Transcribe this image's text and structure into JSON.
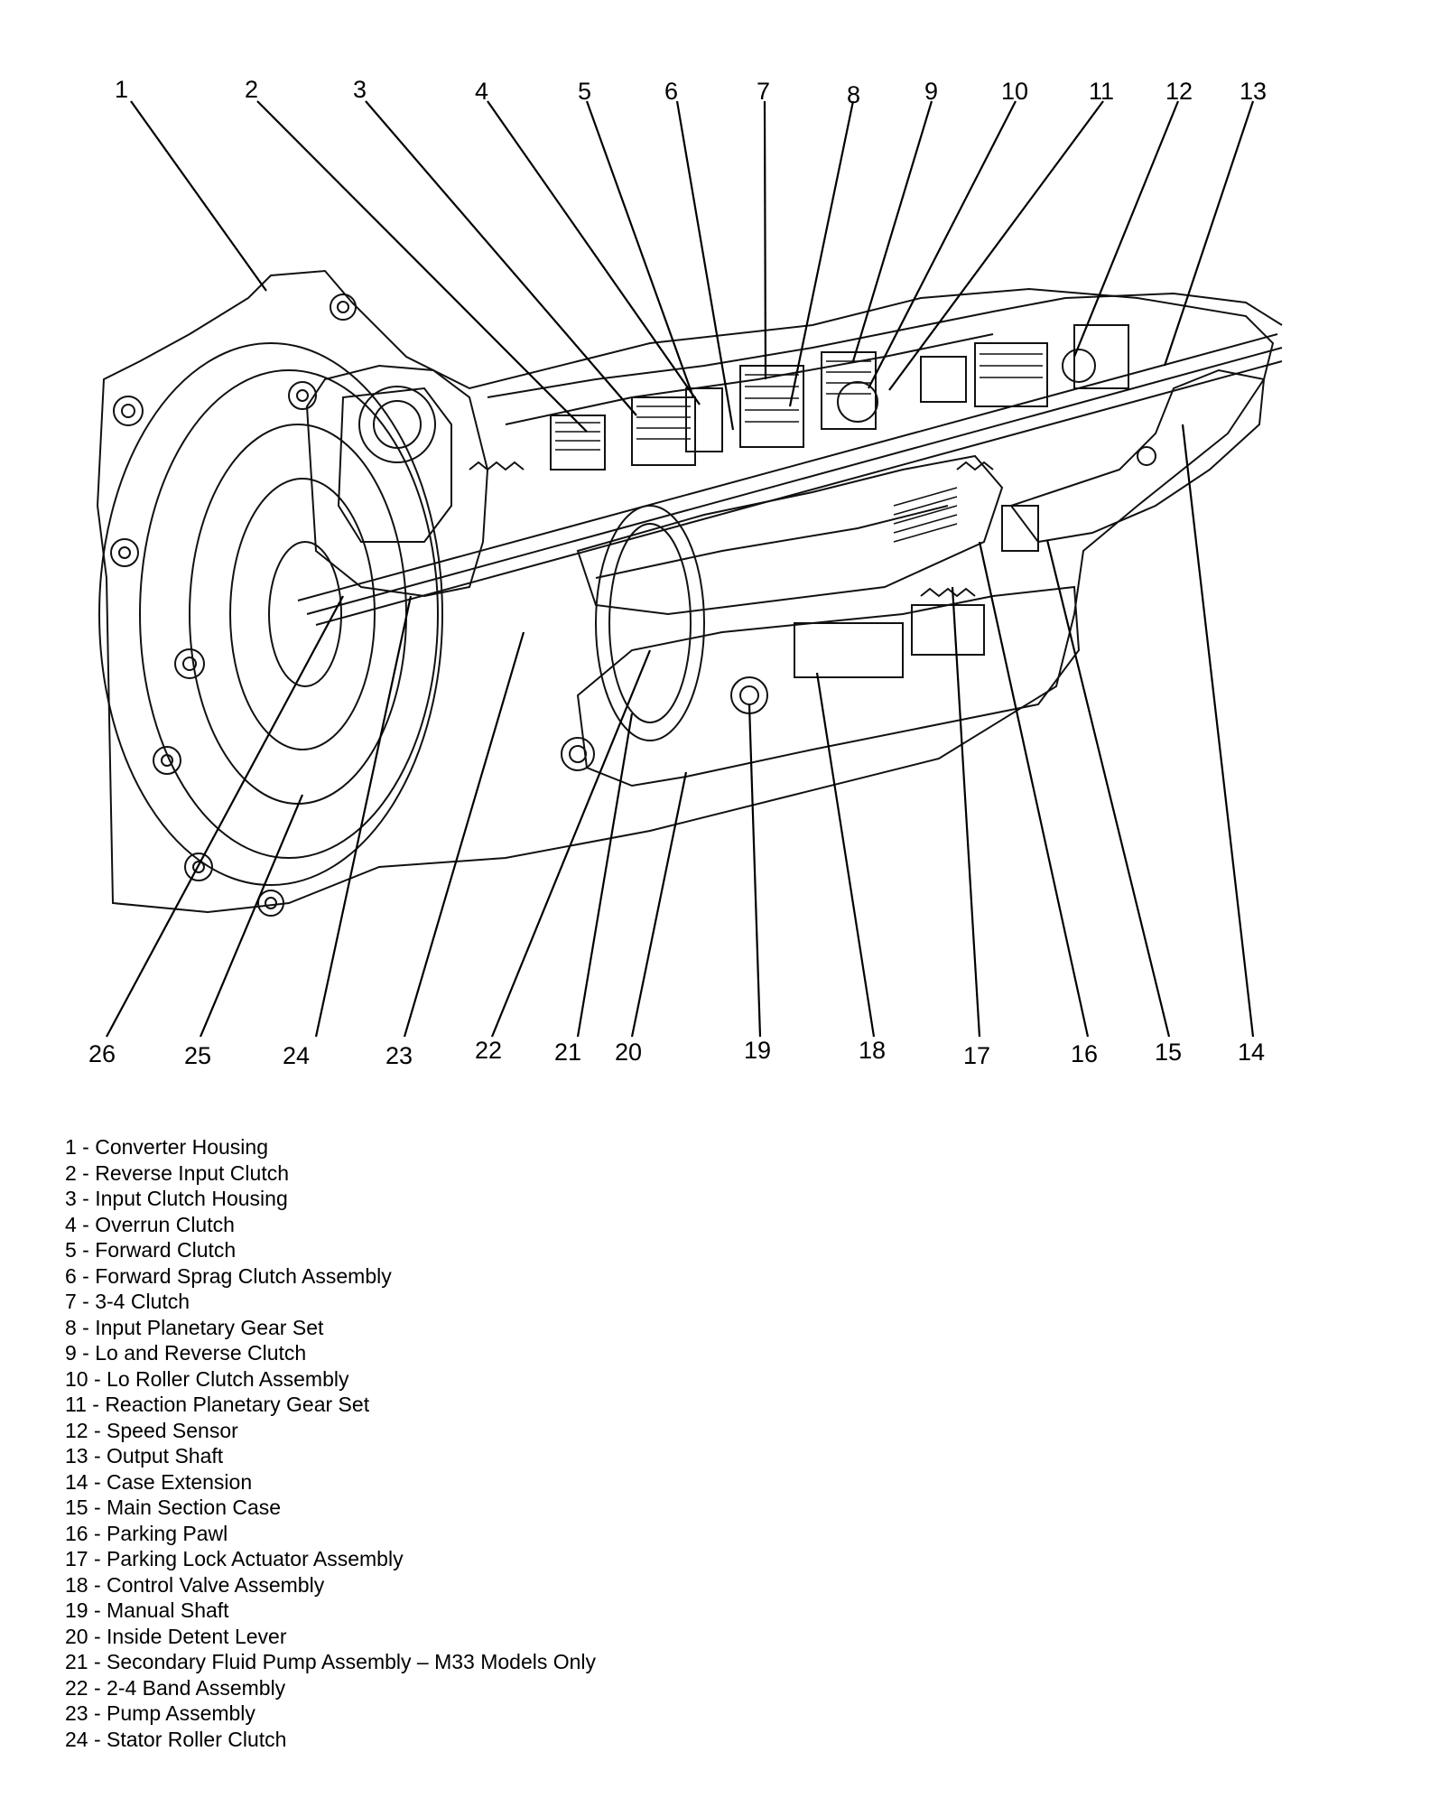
{
  "callouts": [
    "1",
    "2",
    "3",
    "4",
    "5",
    "6",
    "7",
    "8",
    "9",
    "10",
    "11",
    "12",
    "13",
    "14",
    "15",
    "16",
    "17",
    "18",
    "19",
    "20",
    "21",
    "22",
    "23",
    "24",
    "25",
    "26"
  ],
  "legend": [
    "1 - Converter Housing",
    "2 - Reverse Input Clutch",
    "3 - Input Clutch Housing",
    "4 - Overrun Clutch",
    "5 - Forward Clutch",
    "6 - Forward Sprag Clutch Assembly",
    "7 - 3-4 Clutch",
    "8 - Input Planetary Gear Set",
    "9 - Lo and Reverse Clutch",
    "10 - Lo Roller Clutch Assembly",
    "11 - Reaction Planetary Gear Set",
    "12 - Speed Sensor",
    "13 - Output Shaft",
    "14 - Case Extension",
    "15 - Main Section Case",
    "16 - Parking Pawl",
    "17 - Parking Lock Actuator Assembly",
    "18 - Control Valve Assembly",
    "19 - Manual Shaft",
    "20 - Inside Detent Lever",
    "21 - Secondary Fluid Pump Assembly – M33 Models Only",
    "22 - 2-4 Band Assembly",
    "23 - Pump Assembly",
    "24 - Stator Roller Clutch"
  ]
}
